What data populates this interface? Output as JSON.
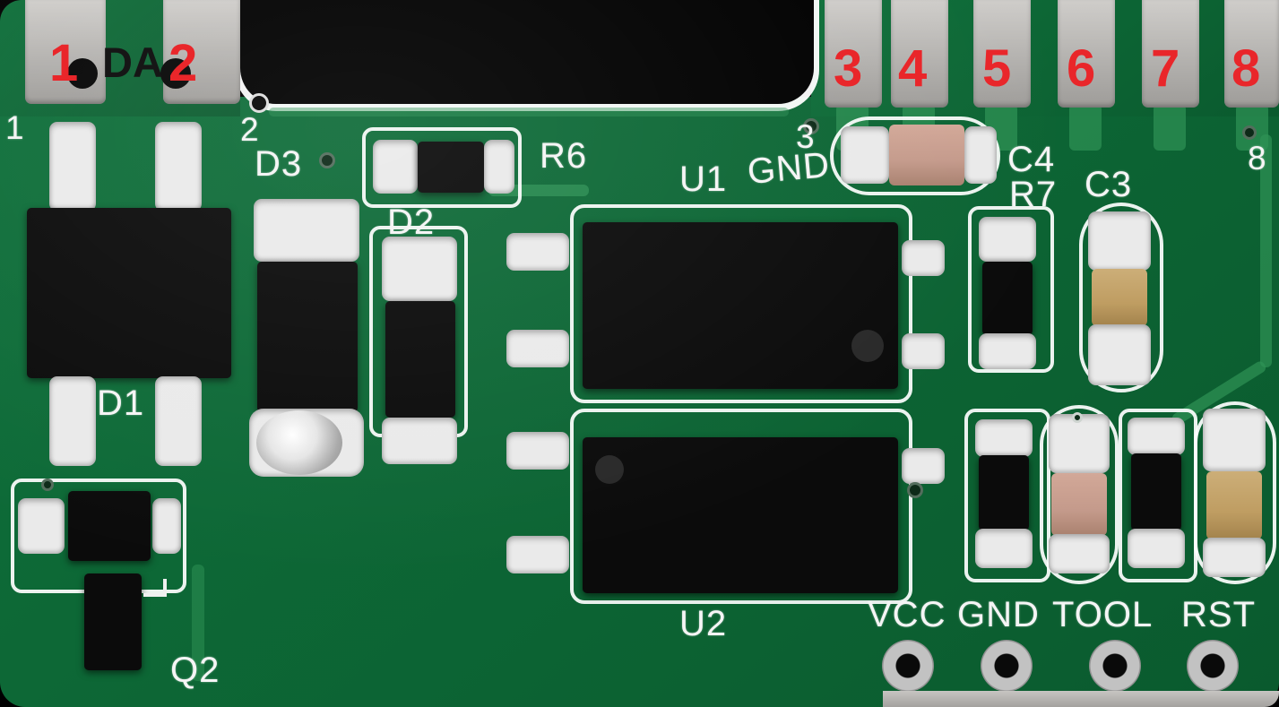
{
  "colors": {
    "board_green": "#0e6f3a",
    "trace_green": "#2f9356",
    "tab_gray": "#b4b2af",
    "pad_white": "#eaeaea",
    "silk_white": "#f5f5f5",
    "annotation_red": "#e9262a",
    "component_black": "#0b0b0b",
    "cap_pink_tan": "#c49a8b",
    "cap_yellow_tan": "#bf9d62",
    "hole_black": "#050505"
  },
  "red_pin_numbers": [
    "1",
    "2",
    "3",
    "4",
    "5",
    "6",
    "7",
    "8"
  ],
  "silkscreen": {
    "pin1": "1",
    "da": "DA",
    "pin2": "2",
    "d3": "D3",
    "r6": "R6",
    "d2": "D2",
    "pin3": "3",
    "u1": "U1",
    "gnd_top": "GND",
    "c4": "C4",
    "r7": "R7",
    "c3": "C3",
    "pin8": "8",
    "d1": "D1",
    "q2": "Q2",
    "u2": "U2"
  },
  "bottom_pads": [
    "VCC",
    "GND",
    "TOOL",
    "RST"
  ]
}
